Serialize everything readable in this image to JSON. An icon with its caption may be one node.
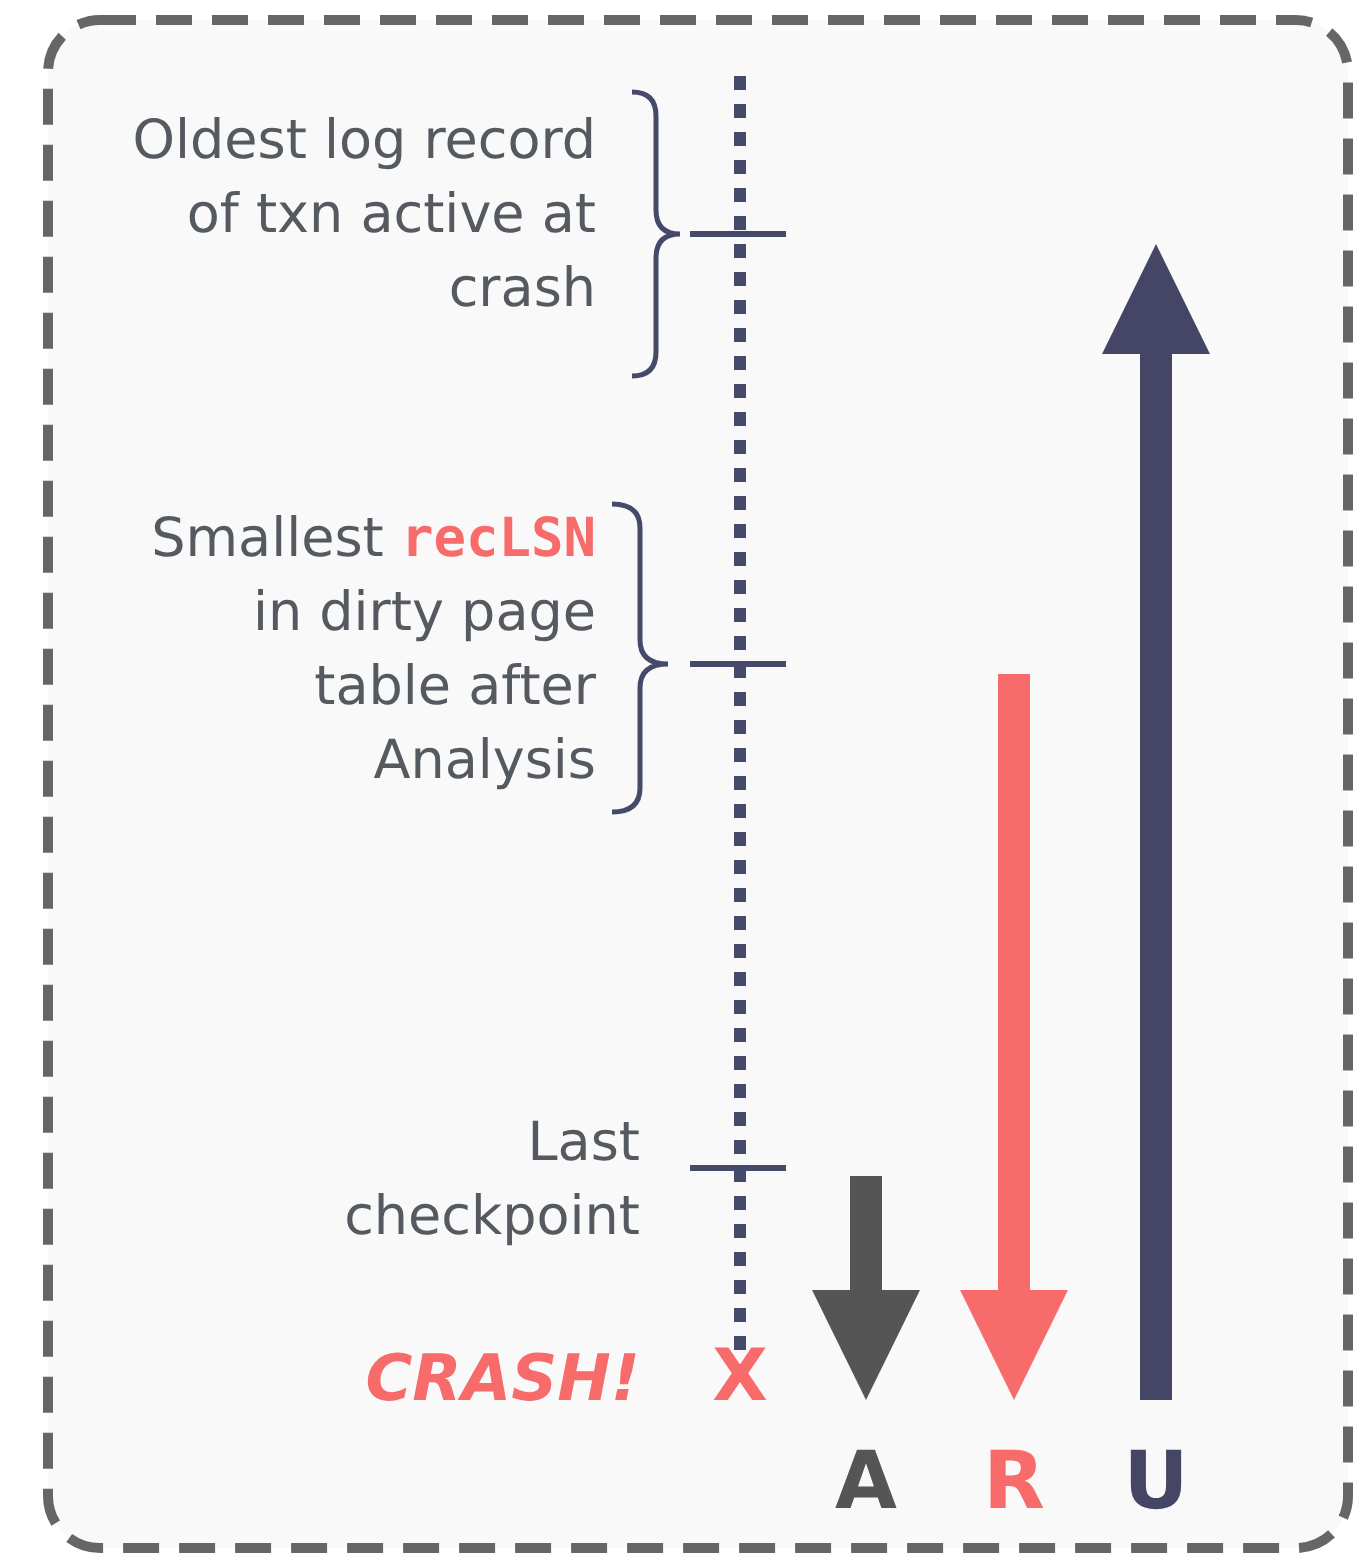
{
  "diagram": {
    "labels": [
      "Oldest log record of txn active at crash",
      "Smallest **recLSN** in dirty page table after Analysis",
      "Last checkpoint",
      "CRASH!",
      "X",
      "A",
      "R",
      "U"
    ]
  }
}
